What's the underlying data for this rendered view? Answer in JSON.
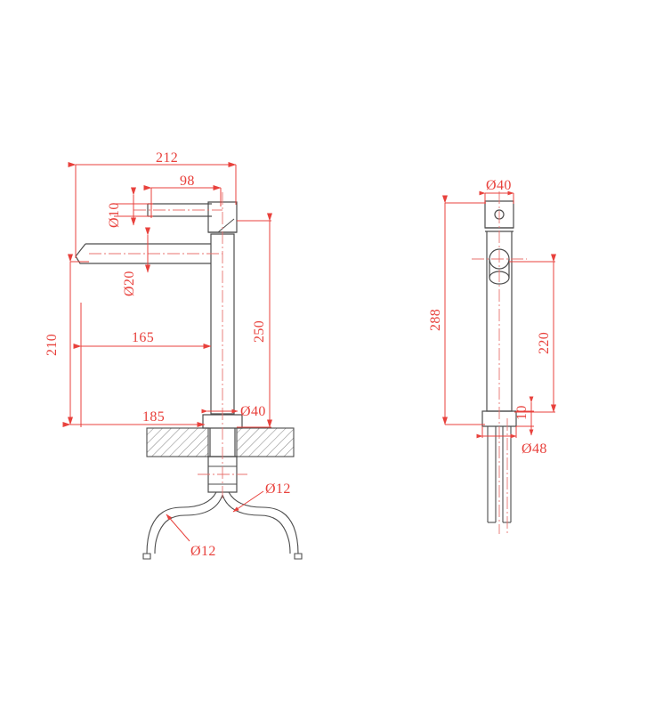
{
  "drawing": {
    "type": "engineering-dimension-drawing",
    "subject": "tall-basin-mixer-tap",
    "background_color": "#ffffff",
    "outline_color": "#4d4d4d",
    "dimension_color": "#e8413c",
    "centerline_color": "#e8736f",
    "hatch_color": "#808080",
    "views": [
      {
        "id": "front-view",
        "label": "front-elevation"
      },
      {
        "id": "side-view",
        "label": "side-elevation"
      }
    ]
  },
  "front_view": {
    "dimensions": {
      "overall_width": "212",
      "upper_spout_length": "98",
      "upper_spout_diameter": "Ø10",
      "lower_spout_diameter": "Ø20",
      "spout_projection": "165",
      "base_offset": "185",
      "spout_height": "210",
      "body_height": "250",
      "base_diameter": "Ø40",
      "hose_diameter_right": "Ø12",
      "hose_diameter_left": "Ø12"
    }
  },
  "side_view": {
    "dimensions": {
      "body_diameter": "Ø40",
      "total_height": "288",
      "column_height": "220",
      "flange_thickness": "10",
      "flange_diameter": "Ø48"
    }
  }
}
